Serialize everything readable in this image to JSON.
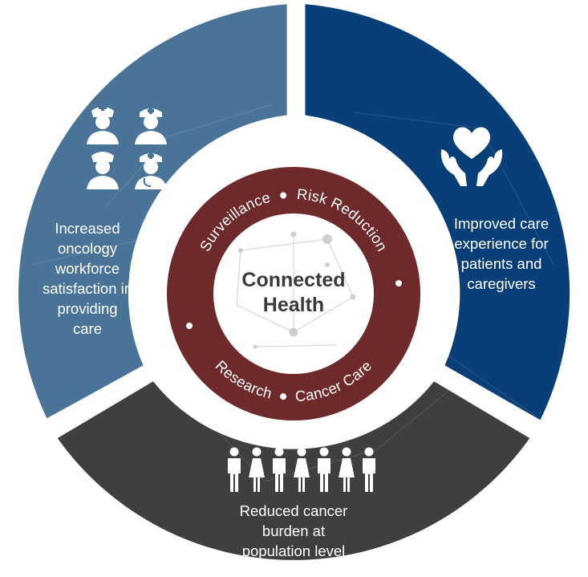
{
  "center": {
    "title": "Connected\nHealth"
  },
  "ring": {
    "top_labels": [
      "Surveillance",
      "Risk Reduction"
    ],
    "bottom_labels": [
      "Research",
      "Cancer Care"
    ]
  },
  "segments": {
    "left": {
      "text": "Increased\noncology\nworkforce\nsatisfaction in\nproviding\ncare",
      "icon": "healthcare-workers-icon"
    },
    "right": {
      "text": "Improved care\nexperience for\npatients and\ncaregivers",
      "icon": "heart-hands-icon"
    },
    "bottom": {
      "text": "Reduced cancer\nburden at\npopulation level",
      "icon": "population-icon"
    }
  },
  "colors": {
    "left": "#4a7398",
    "right": "#083f79",
    "bottom": "#3f3f3f",
    "ring": "#6e2a2b",
    "center": "#ffffff"
  }
}
